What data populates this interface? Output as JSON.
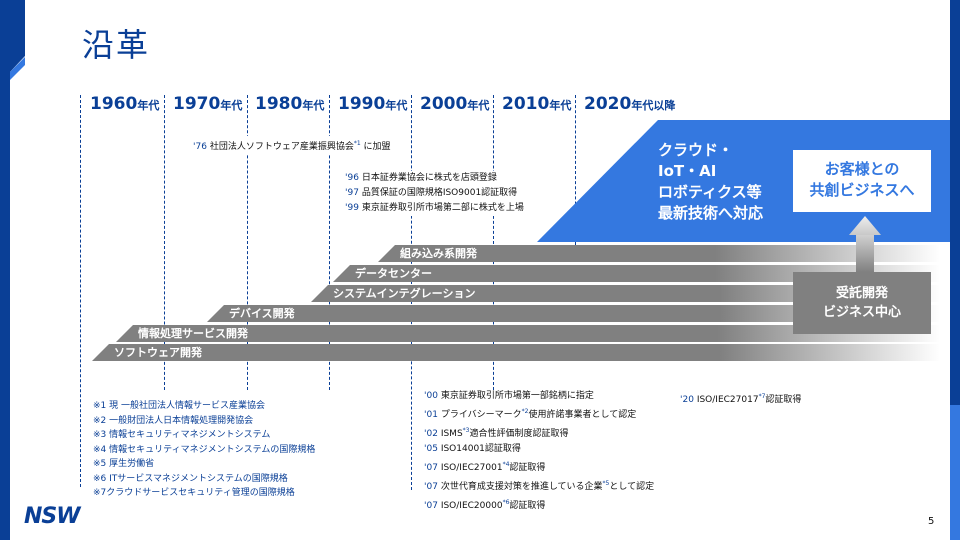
{
  "title": "沿革",
  "decades": [
    {
      "num": "1960",
      "suffix": "年代"
    },
    {
      "num": "1970",
      "suffix": "年代"
    },
    {
      "num": "1980",
      "suffix": "年代"
    },
    {
      "num": "1990",
      "suffix": "年代"
    },
    {
      "num": "2000",
      "suffix": "年代"
    },
    {
      "num": "2010",
      "suffix": "年代"
    },
    {
      "num": "2020",
      "suffix": "年代以降"
    }
  ],
  "events_top": [
    {
      "year": "'76",
      "text": "社団法人ソフトウェア産業振興協会",
      "ref": "*1",
      "after": "に加盟"
    },
    {
      "year": "'96",
      "text": "日本証券業協会に株式を店頭登録"
    },
    {
      "year": "'97",
      "text": "品質保証の国際規格ISO9001認証取得"
    },
    {
      "year": "'99",
      "text": "東京証券取引所市場第二部に株式を上場"
    }
  ],
  "business_bars": [
    "組み込み系開発",
    "データセンター",
    "システムインテグレーション",
    "デバイス開発",
    "情報処理サービス開発",
    "ソフトウェア開発"
  ],
  "future": {
    "text": [
      "クラウド・",
      "IoT・AI",
      "ロボティクス等",
      "最新技術へ対応"
    ],
    "target": [
      "お客様との",
      "共創ビジネスへ"
    ],
    "current": [
      "受託開発",
      "ビジネス中心"
    ]
  },
  "events_bottom": [
    {
      "year": "'00",
      "text": "東京証券取引所市場第一部銘柄に指定"
    },
    {
      "year": "'01",
      "text": "プライバシーマーク",
      "ref": "*2",
      "after": "使用許諾事業者として認定"
    },
    {
      "year": "'02",
      "text": "ISMS",
      "ref": "*3",
      "after": "適合性評価制度認証取得"
    },
    {
      "year": "'05",
      "text": "ISO14001認証取得"
    },
    {
      "year": "'07",
      "text": "ISO/IEC27001",
      "ref": "*4",
      "after": "認証取得"
    },
    {
      "year": "'07",
      "text": "次世代育成支援対策を推進している企業",
      "ref": "*5",
      "after": "として認定"
    },
    {
      "year": "'07",
      "text": "ISO/IEC20000",
      "ref": "*6",
      "after": "認証取得"
    }
  ],
  "event_2020": {
    "year": "'20",
    "text": "ISO/IEC27017",
    "ref": "*7",
    "after": "認証取得"
  },
  "notes": [
    "※1 現 一般社団法人情報サービス産業協会",
    "※2 一般財団法人日本情報処理開発協会",
    "※3 情報セキュリティマネジメントシステム",
    "※4 情報セキュリティマネジメントシステムの国際規格",
    "※5 厚生労働省",
    "※6 ITサービスマネジメントシステムの国際規格",
    "※7クラウドサービスセキュリティ管理の国際規格"
  ],
  "logo": "NSW",
  "page_number": "5"
}
